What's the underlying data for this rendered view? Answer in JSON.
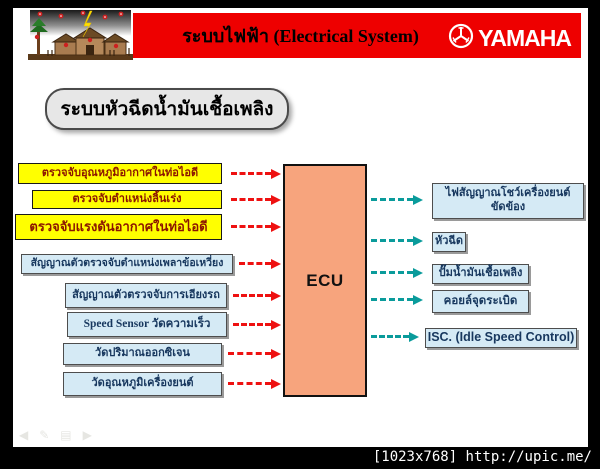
{
  "colors": {
    "header_bar": "#ee0000",
    "yellow_box": "#ffff00",
    "yellow_text": "#8b1500",
    "blue_box": "#d5eaf5",
    "blue_text": "#17375e",
    "ecu_fill": "#f7a47d",
    "arrow_in": "#ee1111",
    "arrow_out": "#0a9b9b"
  },
  "header": {
    "title": "ระบบไฟฟ้า (Electrical System)",
    "brand": "YAMAHA",
    "clipart_name": "village-lightning-clipart",
    "brand_mark_name": "yamaha-tuning-fork-logo"
  },
  "slide": {
    "title": "ระบบหัวฉีดน้ำมันเชื้อเพลิง"
  },
  "diagram": {
    "ecu_label": "ECU",
    "inputs": [
      {
        "label": "ตรวจจับอุณหภูมิอากาศในท่อไอดี",
        "style": "yellow"
      },
      {
        "label": "ตรวจจับตำแหน่งลิ้นเร่ง",
        "style": "yellow"
      },
      {
        "label": "ตรวจจับแรงดันอากาศในท่อไอดี",
        "style": "yellow"
      },
      {
        "label": "สัญญาณตัวตรวจจับตำแหน่งเพลาข้อเหวี่ยง",
        "style": "blue"
      },
      {
        "label": "สัญญาณตัวตรวจจับการเอียงรถ",
        "style": "blue"
      },
      {
        "label": "Speed Sensor  วัดความเร็ว",
        "style": "blue"
      },
      {
        "label": "วัดปริมาณออกซิเจน",
        "style": "blue"
      },
      {
        "label": "วัดอุณหภูมิเครื่องยนต์",
        "style": "blue"
      }
    ],
    "outputs": [
      {
        "line1": "ไฟสัญญาณโชว์เครื่องยนต์",
        "line2": "ขัดข้อง"
      },
      {
        "label": "หัวฉีด"
      },
      {
        "label": "ปั๊มน้ำมันเชื้อเพลิง"
      },
      {
        "label": "คอยล์จุดระเบิด"
      },
      {
        "label": "ISC. (Idle Speed Control)"
      }
    ]
  },
  "nav": {
    "prev": "◀",
    "pen": "✎",
    "menu": "▤",
    "next": "▶"
  },
  "frame": {
    "footer_url": "[1023x768] http://upic.me/"
  }
}
